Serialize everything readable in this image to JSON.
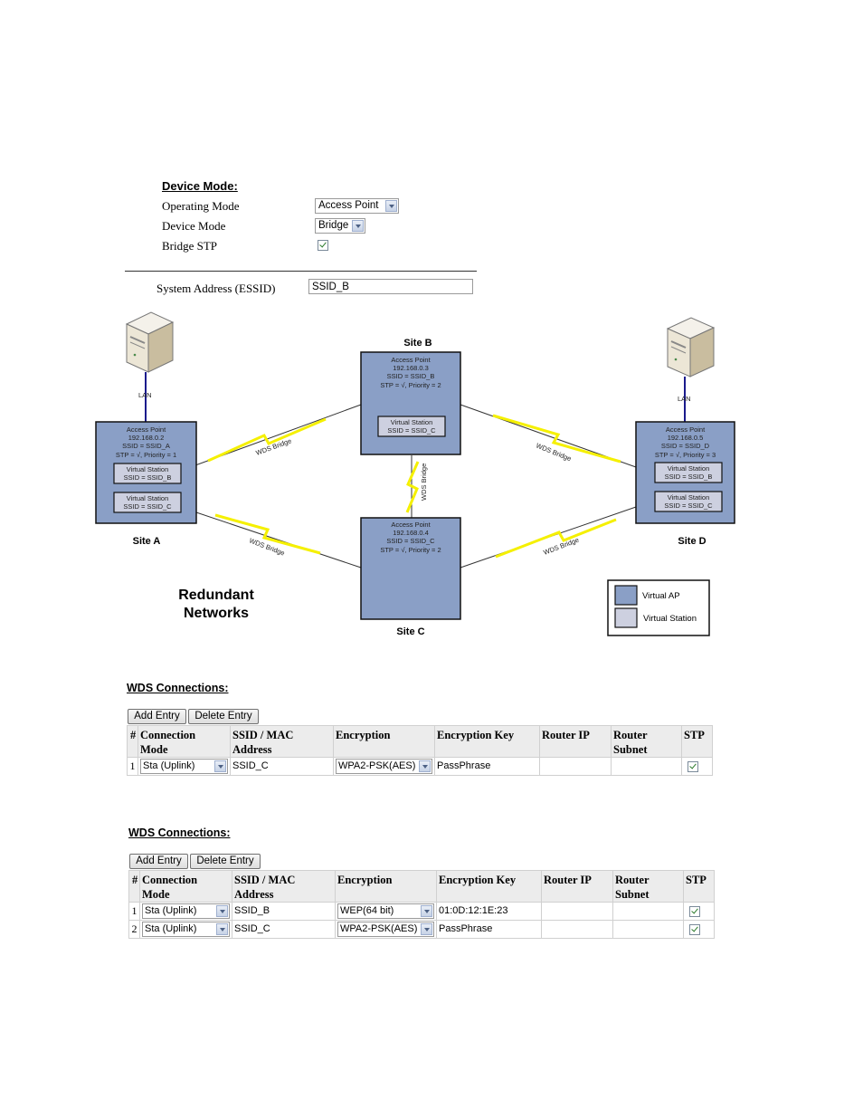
{
  "device_mode": {
    "title": "Device Mode:",
    "operating_mode_label": "Operating Mode",
    "operating_mode_value": "Access Point",
    "device_mode_label": "Device Mode",
    "device_mode_value": "Bridge",
    "bridge_stp_label": "Bridge STP",
    "bridge_stp_checked": true,
    "essid_label": "System Address (ESSID)",
    "essid_value": "SSID_B"
  },
  "diagram": {
    "caption_line1": "Redundant",
    "caption_line2": "Networks",
    "lan_label": "LAN",
    "wds_bridge_label": "WDS Bridge",
    "legend": {
      "ap": "Virtual AP",
      "station": "Virtual Station"
    },
    "colors": {
      "ap": "#8a9fc6",
      "station": "#cdd0e0",
      "link": "#f5f000",
      "lan": "#1a1a8c"
    },
    "site_a": {
      "name": "Site A",
      "l1": "Access Point",
      "l2": "192.168.0.2",
      "l3": "SSID = SSID_A",
      "l4": "STP = √, Priority = 1",
      "vs1_l1": "Virtual Station",
      "vs1_l2": "SSID = SSID_B",
      "vs2_l1": "Virtual Station",
      "vs2_l2": "SSID = SSID_C"
    },
    "site_b": {
      "name": "Site B",
      "l1": "Access Point",
      "l2": "192.168.0.3",
      "l3": "SSID = SSID_B",
      "l4": "STP = √, Priority = 2",
      "vs1_l1": "Virtual Station",
      "vs1_l2": "SSID = SSID_C"
    },
    "site_c": {
      "name": "Site C",
      "l1": "Access Point",
      "l2": "192.168.0.4",
      "l3": "SSID = SSID_C",
      "l4": "STP = √, Priority = 2"
    },
    "site_d": {
      "name": "Site D",
      "l1": "Access Point",
      "l2": "192.168.0.5",
      "l3": "SSID = SSID_D",
      "l4": "STP = √, Priority = 3",
      "vs1_l1": "Virtual Station",
      "vs1_l2": "SSID = SSID_B",
      "vs2_l1": "Virtual Station",
      "vs2_l2": "SSID = SSID_C"
    }
  },
  "wds1": {
    "title": "WDS Connections:",
    "add_label": "Add Entry",
    "delete_label": "Delete Entry",
    "headers": {
      "num": "#",
      "mode_1": "Connection",
      "mode_2": "Mode",
      "ssid_1": "SSID / MAC",
      "ssid_2": "Address",
      "enc": "Encryption",
      "key": "Encryption Key",
      "router_ip": "Router IP",
      "subnet_1": "Router",
      "subnet_2": "Subnet",
      "stp": "STP"
    },
    "rows": [
      {
        "num": "1",
        "mode": "Sta (Uplink)",
        "ssid": "SSID_C",
        "enc": "WPA2-PSK(AES)",
        "key": "PassPhrase",
        "router_ip": "",
        "subnet": "",
        "stp": true
      }
    ]
  },
  "wds2": {
    "title": "WDS Connections:",
    "add_label": "Add Entry",
    "delete_label": "Delete Entry",
    "headers": {
      "num": "#",
      "mode_1": "Connection",
      "mode_2": "Mode",
      "ssid_1": "SSID / MAC",
      "ssid_2": "Address",
      "enc": "Encryption",
      "key": "Encryption Key",
      "router_ip": "Router IP",
      "subnet_1": "Router",
      "subnet_2": "Subnet",
      "stp": "STP"
    },
    "rows": [
      {
        "num": "1",
        "mode": "Sta (Uplink)",
        "ssid": "SSID_B",
        "enc": "WEP(64 bit)",
        "key": "01:0D:12:1E:23",
        "router_ip": "",
        "subnet": "",
        "stp": true
      },
      {
        "num": "2",
        "mode": "Sta (Uplink)",
        "ssid": "SSID_C",
        "enc": "WPA2-PSK(AES)",
        "key": "PassPhrase",
        "router_ip": "",
        "subnet": "",
        "stp": true
      }
    ]
  }
}
